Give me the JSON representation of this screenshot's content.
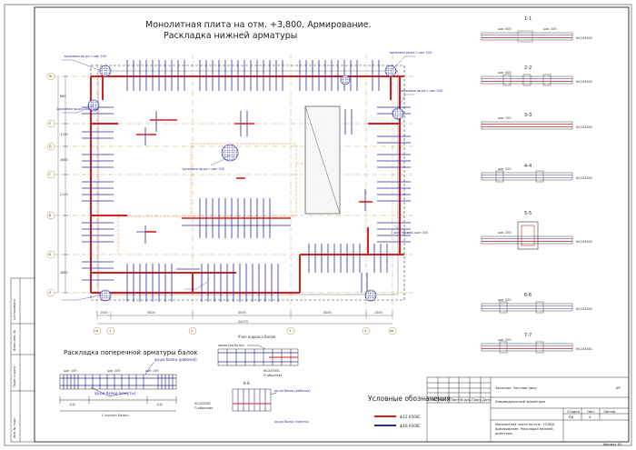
{
  "title": {
    "line1": "Монолитная плита на отм. +3,800. Армирование.",
    "line2": "Раскладка нижней арматуры"
  },
  "axes": {
    "rows": [
      "Ж",
      "Е",
      "Д",
      "Г",
      "В",
      "Б",
      "А"
    ],
    "cols": [
      "1а",
      "1",
      "2",
      "3",
      "4",
      "4а"
    ]
  },
  "plan_dims": {
    "left": [
      "880",
      "1750",
      "1880",
      "2170",
      "1880"
    ],
    "bottom": [
      "1500",
      "3000",
      "3000",
      "3000",
      "1500"
    ],
    "total": "24170"
  },
  "plan_callouts": [
    "1рожевая ар-ра L шаг 200",
    "1рожевая ар-ра L шаг 200",
    "1рожевая ар-ра L шаг 300",
    "1рожевая ар-ра L шаг 200",
    "1рожевая ар-ра L шаг 200",
    "1 рож. ар-ра L шаг 200"
  ],
  "sections": [
    {
      "name": "1-1",
      "notes": [
        "шаг 500",
        "шаг 200"
      ],
      "marks": [
        "Ф1",
        "Ф12А500С"
      ]
    },
    {
      "name": "2-2",
      "notes": [
        "шаг 500",
        "шаг 200"
      ],
      "marks": [
        "Ф1",
        "Ф12А500С"
      ]
    },
    {
      "name": "3-3",
      "notes": [
        "шаг 100",
        "шаг 200"
      ],
      "marks": [
        "Ф1",
        "Ф12А500С"
      ]
    },
    {
      "name": "4-4",
      "notes": [
        "шаг 200",
        "шаг 200"
      ],
      "marks": [
        "Ф1",
        "Ф12А500С"
      ]
    },
    {
      "name": "5-5",
      "notes": [
        "шаг 200",
        "шаг 200"
      ],
      "marks": [
        "Ф1",
        "Ф12А500С"
      ]
    },
    {
      "name": "6-6",
      "notes": [
        "шаг 200",
        "шаг 100"
      ],
      "marks": [
        "Ф1",
        "Ф12А500С"
      ]
    },
    {
      "name": "7-7",
      "notes": [
        "шаг 200",
        "шаг 200"
      ],
      "marks": [
        "Ф1",
        "Ф12А500С"
      ]
    }
  ],
  "beam_detail": {
    "title": "Раскладка поперечной арматуры балок",
    "step_left": "шаг 100",
    "step_mid": "шаг 200",
    "step_right": "шаг 100",
    "working": "ар-ра балки (рабочая)",
    "stirrups": "ар-ра балки (хомуты)",
    "l4_left": "1/4L",
    "l4_right": "1/4L",
    "span": "L (пролет балки)"
  },
  "beam_node": {
    "title": "Узел каркаса балок",
    "lbl1": "арматура балки",
    "lbl2": "Ф12А500С",
    "lbl3": "П-образная",
    "sec": "8-8",
    "lbl4": "Ф12А500С",
    "lbl5": "П-образная",
    "lbl6": "ар-ра балки (рабочая)",
    "lbl7": "ар-ра балки (хомуты)"
  },
  "legend": {
    "title": "Условные обозначения",
    "items": [
      {
        "label": "ф12 А500С",
        "color": "#d42020"
      },
      {
        "label": "ф16 А500С",
        "color": "#2a2a9a"
      }
    ]
  },
  "title_block": {
    "company": "Заказчик: Частное лицо",
    "sheet_code": "АР",
    "project": "Индивидуальный жилой дом",
    "content": "Монолитная плита на отм. +3,800. Армирование. Раскладка нижней арматуры",
    "stage_hdr": "Стадия",
    "sheet_hdr": "Лист",
    "sheets_hdr": "Листов",
    "stage": "РД",
    "sheet": "4",
    "cols": [
      "Изм.",
      "Кол.уч",
      "Лист",
      "№ док.",
      "Подп.",
      "Дата"
    ],
    "format": "Формат А3"
  },
  "side_stamp": [
    "Согласовано",
    "Взам. инв. №",
    "Подп. и дата",
    "Инв. № подл."
  ]
}
